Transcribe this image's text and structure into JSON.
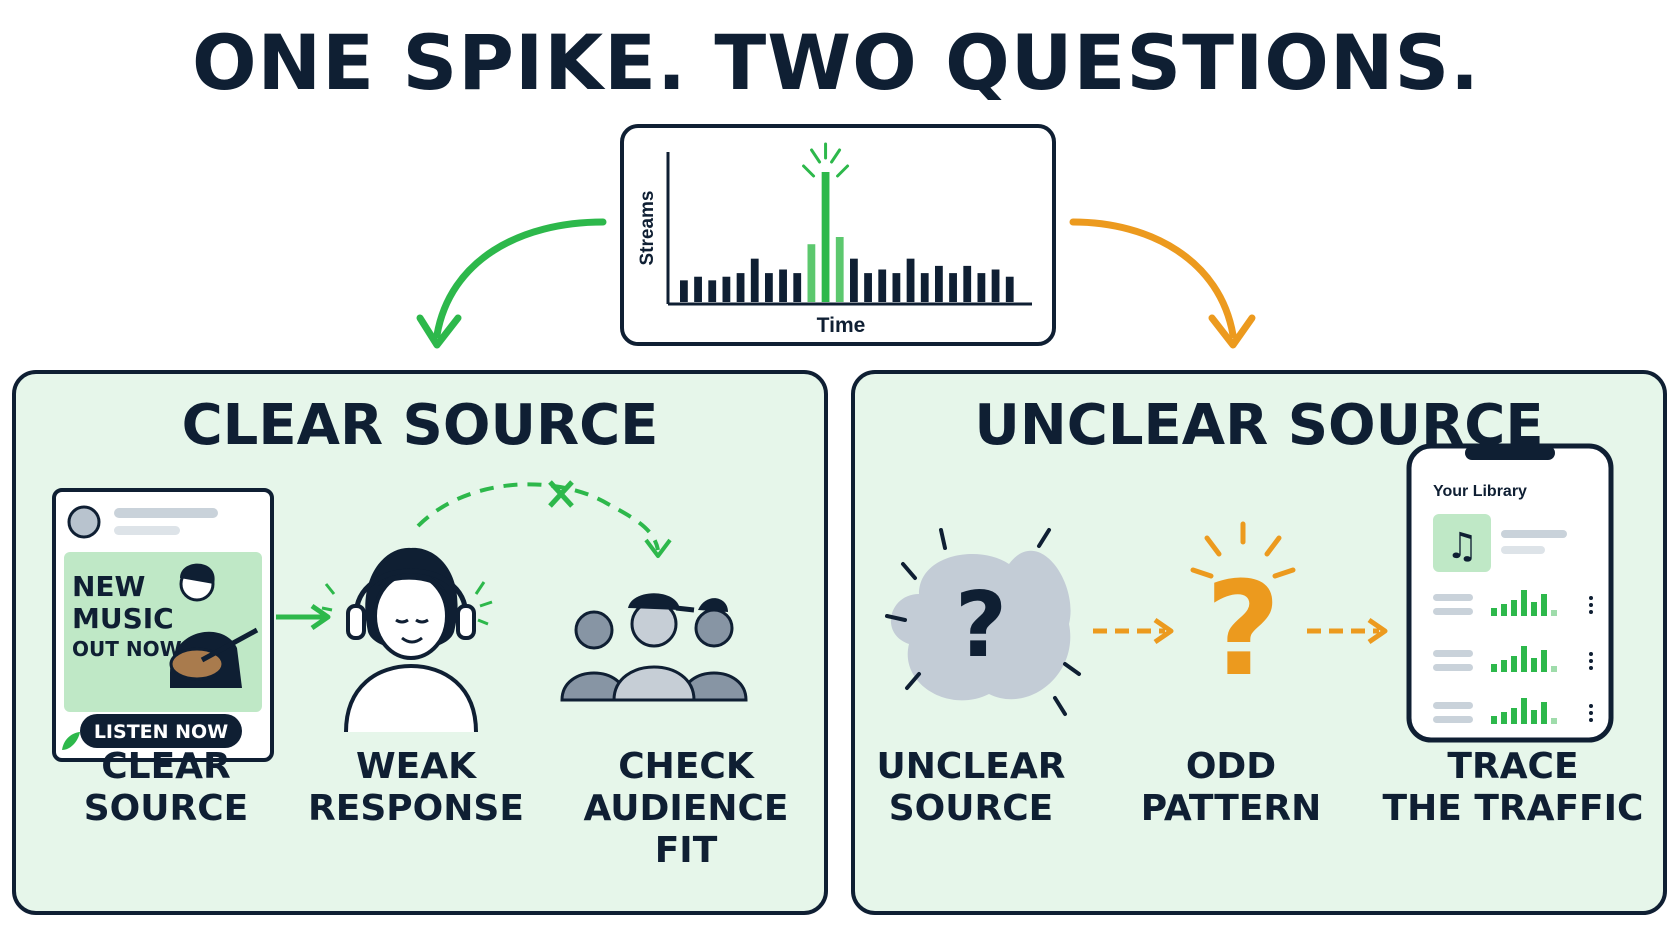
{
  "title": "ONE SPIKE. TWO QUESTIONS.",
  "chart": {
    "ylabel": "Streams",
    "xlabel": "Time",
    "bars": [
      3,
      3.5,
      3,
      3.5,
      4,
      6,
      4,
      4.5,
      4,
      8,
      18,
      9,
      6,
      4,
      4.5,
      4,
      6,
      4,
      5,
      4,
      5,
      4,
      4.5,
      3.5
    ],
    "colors": {
      "normal": "#0f1f33",
      "spike": "#2db84b",
      "glow": "#5cc86e"
    }
  },
  "left": {
    "title": "CLEAR SOURCE",
    "ad": {
      "headline_lines": [
        "NEW",
        "MUSIC",
        "OUT NOW"
      ],
      "button": "LISTEN NOW"
    },
    "steps": [
      {
        "line1": "CLEAR",
        "line2": "SOURCE"
      },
      {
        "line1": "WEAK",
        "line2": "RESPONSE"
      },
      {
        "line1": "CHECK",
        "line2": "AUDIENCE FIT"
      }
    ]
  },
  "right": {
    "title": "UNCLEAR SOURCE",
    "phone": {
      "library_label": "Your Library"
    },
    "steps": [
      {
        "line1": "UNCLEAR",
        "line2": "SOURCE"
      },
      {
        "line1": "ODD",
        "line2": "PATTERN"
      },
      {
        "line1": "TRACE",
        "line2": "THE TRAFFIC"
      }
    ]
  },
  "colors": {
    "accent_green": "#2db84b",
    "accent_orange": "#ec9a1e",
    "ink": "#0f1f33",
    "panel_bg": "#e6f6ea"
  }
}
